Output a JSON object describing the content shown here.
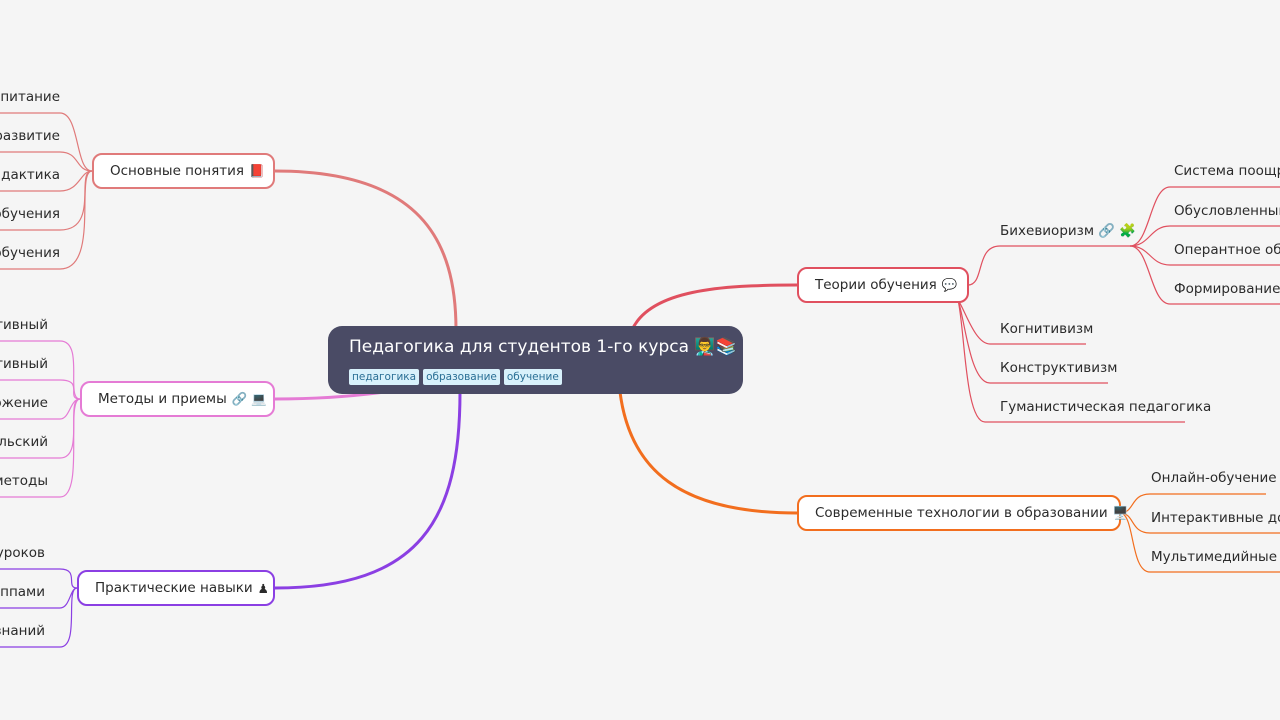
{
  "root": {
    "title": "Педагогика для студентов 1-го курса 👨‍🏫📚",
    "tags": [
      "педагогика",
      "образование",
      "обучение"
    ]
  },
  "colors": {
    "osnovnye": "#e07a7a",
    "metody": "#e57bd5",
    "praktich": "#8b3fe3",
    "teorii": "#e0505f",
    "sovremennye": "#f26e1e"
  },
  "branches": {
    "osnovnye": {
      "label": "Основные понятия",
      "icon": "📕",
      "leaves": [
        "оспитание",
        "развитие",
        "Дидактика",
        "обучения",
        "обучения"
      ]
    },
    "metody": {
      "label": "Методы и приемы",
      "icon": "🔗 💻",
      "leaves": [
        "тивный",
        "тивный",
        "ожение",
        "ельский",
        "методы"
      ]
    },
    "praktich": {
      "label": "Практические навыки",
      "icon": "♟",
      "leaves": [
        "уроков",
        "уппами",
        "знаний"
      ]
    },
    "teorii": {
      "label": "Теории обучения",
      "icon": "💬",
      "leaves": [
        "Бихевиоризм 🔗 🧩",
        "Когнитивизм",
        "Конструктивизм",
        "Гуманистическая педагогика"
      ],
      "sub_leaves": [
        "Система поощре",
        "Обусловленный",
        "Оперантное обу",
        "Формирование н"
      ]
    },
    "sovremennye": {
      "label": "Современные технологии в образовании",
      "icon": "🖥️",
      "leaves": [
        "Онлайн-обучение",
        "Интерактивные доск",
        "Мультимедийные пр"
      ]
    }
  }
}
